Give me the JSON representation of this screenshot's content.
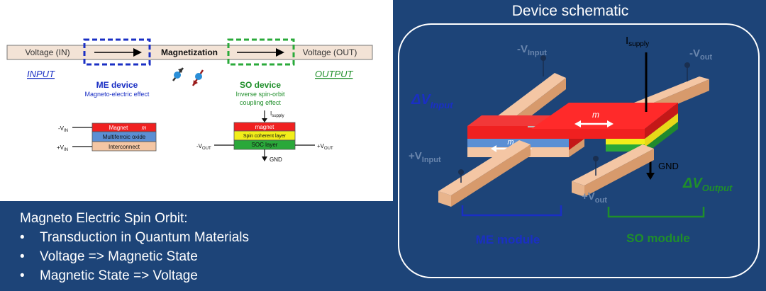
{
  "flow": {
    "voltage_in": "Voltage (IN)",
    "magnetization": "Magnetization",
    "voltage_out": "Voltage (OUT)",
    "input": "INPUT",
    "output": "OUTPUT",
    "me_device": "ME device",
    "me_effect": "Magneto-electric effect",
    "so_device": "SO device",
    "so_effect_1": "Inverse spin-orbit",
    "so_effect_2": "coupling effect"
  },
  "me_stack": {
    "neg_vin": "-V",
    "pos_vin": "+V",
    "vin_sub": "IN",
    "magnet": "Magnet",
    "m_symbol": "m",
    "multiferroic": "Multiferroic oxide",
    "interconnect": "Interconnect"
  },
  "so_stack": {
    "i_label": "I",
    "i_sub": "supply",
    "magnet": "magnet",
    "spin_layer": "Spin coherent layer",
    "soc_layer": "SOC layer",
    "neg_vout": "-V",
    "pos_vout": "+V",
    "vout_sub": "OUT",
    "gnd": "GND"
  },
  "summary": {
    "heading": "Magneto Electric Spin Orbit:",
    "bullet": "•",
    "items": [
      "Transduction in Quantum Materials",
      "Voltage => Magnetic State",
      "Magnetic State => Voltage"
    ]
  },
  "schematic": {
    "title": "Device schematic",
    "i_supply": "I",
    "i_supply_sub": "supply",
    "neg_v_input": "-V",
    "input_sub": "Input",
    "neg_v_out": "-V",
    "out_sub": "out",
    "delta_v_input": "ΔV",
    "pos_v_input": "+V",
    "gnd": "GND",
    "delta_v_output": "ΔV",
    "output_sub": "Output",
    "pos_v_out": "+V",
    "m_vec": "m",
    "me_module": "ME module",
    "so_module": "SO module"
  },
  "colors": {
    "background": "#1d4478",
    "me_blue": "#1a2fc4",
    "so_green": "#1f8f2a",
    "magnet_red": "#f02020",
    "oxide_blue": "#5b8fd4",
    "interconnect": "#f4c6a4",
    "spin_yellow": "#f2ee1a"
  }
}
